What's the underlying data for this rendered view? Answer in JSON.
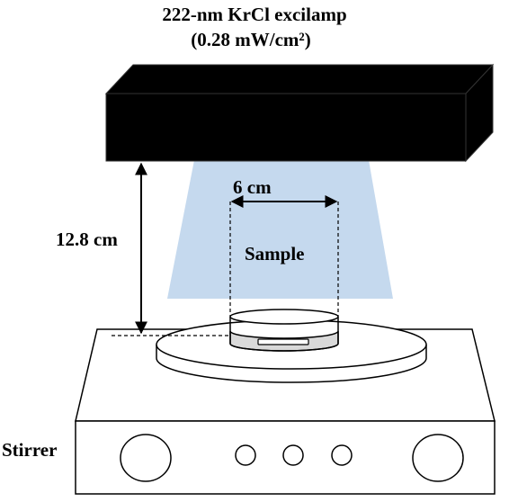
{
  "title": {
    "line1": "222-nm KrCl excilamp",
    "line2": "(0.28 mW/cm²)"
  },
  "labels": {
    "distance": "12.8 cm",
    "sample_width": "6 cm",
    "sample": "Sample",
    "stirrer": "Stirrer"
  },
  "colors": {
    "lamp_body": "#000000",
    "light_beam": "#c5d9ee",
    "sample_liquid": "#d9d9d9",
    "outline": "#000000",
    "background": "#ffffff"
  }
}
